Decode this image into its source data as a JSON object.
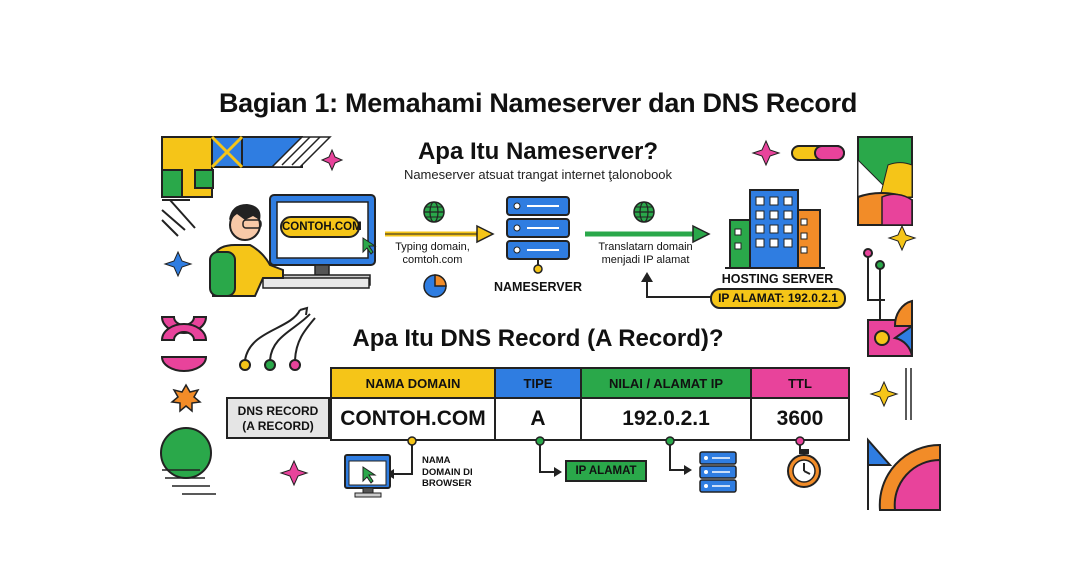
{
  "title": "Bagian 1: Memahami Nameserver dan DNS Record",
  "section1": {
    "title": "Apa Itu Nameserver?",
    "subtitle": "Nameserver atsuat trangat internet ţalonobook",
    "url_text": "CONTOH.COM",
    "step1_line1": "Typing domain,",
    "step1_line2": "comtoh.com",
    "nameserver_label": "NAMESERVER",
    "step2_line1": "Translatarn domain",
    "step2_line2": "menjadi IP alamat",
    "hosting_label": "HOSTING SERVER",
    "ip_badge": "IP ALAMAT: 192.0.2.1"
  },
  "section2": {
    "title": "Apa Itu DNS Record (A Record)?",
    "row_label_line1": "DNS RECORD",
    "row_label_line2": "(A RECORD)",
    "columns": [
      {
        "header": "NAMA DOMAIN",
        "value": "CONTOH.COM",
        "color": "#f5c518"
      },
      {
        "header": "TIPE",
        "value": "A",
        "color": "#2f7de1"
      },
      {
        "header": "NILAI / ALAMAT IP",
        "value": "192.0.2.1",
        "color": "#2aa84a"
      },
      {
        "header": "TTL",
        "value": "3600",
        "color": "#e8439b"
      }
    ],
    "browser_note_line1": "NAMA",
    "browser_note_line2": "DOMAIN DI",
    "browser_note_line3": "BROWSER",
    "ip_tag": "IP ALAMAT"
  },
  "colors": {
    "yellow": "#f5c518",
    "blue": "#2f7de1",
    "green": "#2aa84a",
    "pink": "#e8439b",
    "orange": "#f28c28"
  }
}
